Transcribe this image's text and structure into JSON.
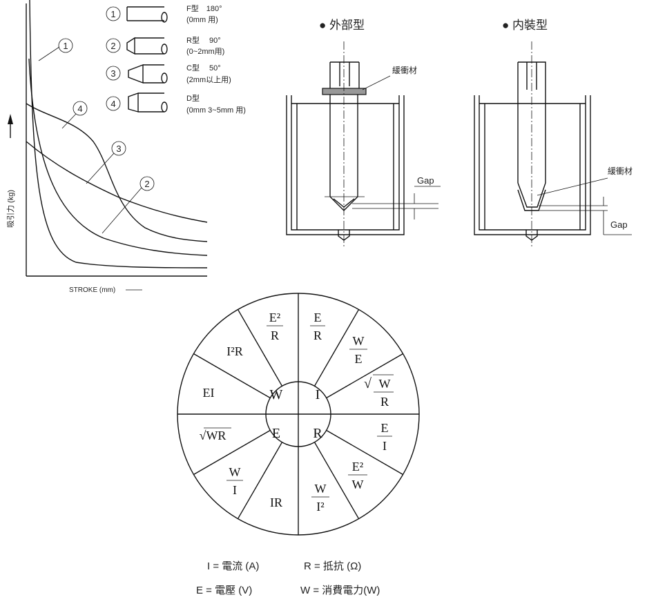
{
  "graph": {
    "y_label": "吸引力 (kg)",
    "x_label": "STROKE (mm)",
    "curve_labels": [
      "1",
      "2",
      "3",
      "4"
    ]
  },
  "legend": [
    {
      "num": "1",
      "type": "F型　180°",
      "use": "(0mm 用)"
    },
    {
      "num": "2",
      "type": "R型　 90°",
      "use": "(0~2mm用)"
    },
    {
      "num": "3",
      "type": "C型　 50°",
      "use": "(2mm以上用)"
    },
    {
      "num": "4",
      "type": "D型",
      "use": "(0mm 3~5mm 用)"
    }
  ],
  "external": {
    "title": "● 外部型",
    "cushion": "緩衝材",
    "gap": "Gap"
  },
  "internal": {
    "title": "● 内裝型",
    "cushion": "緩衝材",
    "gap": "Gap"
  },
  "wheel": {
    "inner": {
      "W": "W",
      "I": "I",
      "E": "E",
      "R": "R"
    },
    "outer": {
      "e2_over_r": {
        "num": "E²",
        "den": "R"
      },
      "e_over_r": {
        "num": "E",
        "den": "R"
      },
      "w_over_e": {
        "num": "W",
        "den": "E"
      },
      "sqrt_w_over_r": {
        "num": "W",
        "den": "R",
        "root": "√"
      },
      "e_over_i": {
        "num": "E",
        "den": "I"
      },
      "e2_over_w": {
        "num": "E²",
        "den": "W"
      },
      "w_over_i2": {
        "num": "W",
        "den": "I²"
      },
      "ir": "IR",
      "w_over_i": {
        "num": "W",
        "den": "I"
      },
      "sqrt_wr": "√WR",
      "ei": "EI",
      "i2r": "I²R"
    }
  },
  "legend_bottom": {
    "current": "I = 電流 (A)",
    "resistance": "R = 抵抗 (Ω)",
    "voltage": "E = 電壓 (V)",
    "power": "W = 消費電力(W)"
  }
}
